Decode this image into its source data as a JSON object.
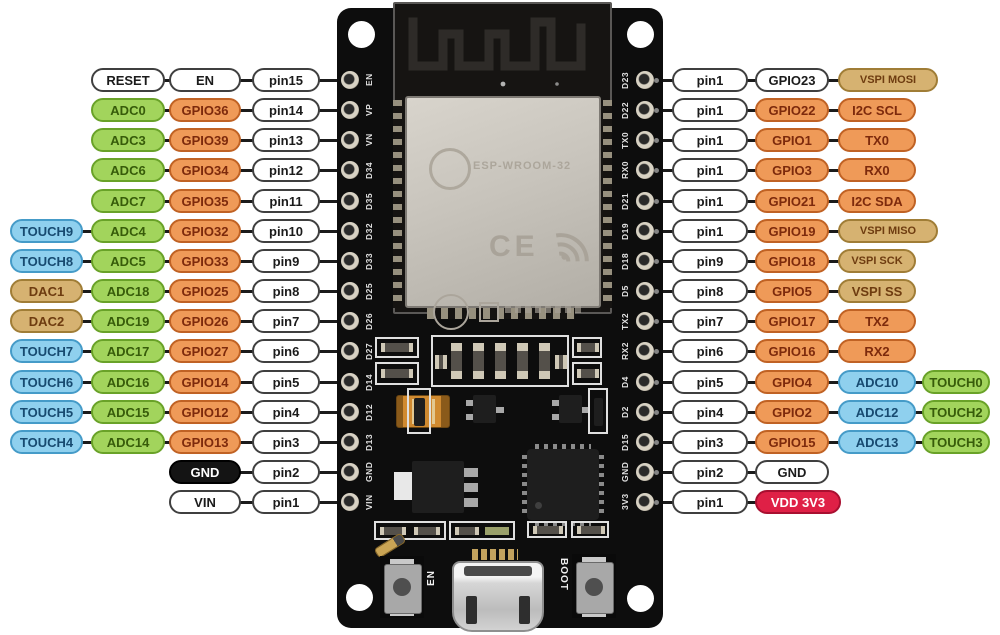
{
  "pins": {
    "left_rows": [
      {
        "pills": [
          {
            "label": "RESET",
            "type": "white",
            "slot": 1
          },
          {
            "label": "EN",
            "type": "white",
            "slot": 2
          },
          {
            "label": "pin15",
            "type": "white",
            "slot": 3
          }
        ]
      },
      {
        "pills": [
          {
            "label": "ADC0",
            "type": "green",
            "slot": 1
          },
          {
            "label": "GPIO36",
            "type": "orange",
            "slot": 2
          },
          {
            "label": "pin14",
            "type": "white",
            "slot": 3
          }
        ]
      },
      {
        "pills": [
          {
            "label": "ADC3",
            "type": "green",
            "slot": 1
          },
          {
            "label": "GPIO39",
            "type": "orange",
            "slot": 2
          },
          {
            "label": "pin13",
            "type": "white",
            "slot": 3
          }
        ]
      },
      {
        "pills": [
          {
            "label": "ADC6",
            "type": "green",
            "slot": 1
          },
          {
            "label": "GPIO34",
            "type": "orange",
            "slot": 2
          },
          {
            "label": "pin12",
            "type": "white",
            "slot": 3
          }
        ]
      },
      {
        "pills": [
          {
            "label": "ADC7",
            "type": "green",
            "slot": 1
          },
          {
            "label": "GPIO35",
            "type": "orange",
            "slot": 2
          },
          {
            "label": "pin11",
            "type": "white",
            "slot": 3
          }
        ]
      },
      {
        "pills": [
          {
            "label": "TOUCH9",
            "type": "blue",
            "slot": 0
          },
          {
            "label": "ADC4",
            "type": "green",
            "slot": 1
          },
          {
            "label": "GPIO32",
            "type": "orange",
            "slot": 2
          },
          {
            "label": "pin10",
            "type": "white",
            "slot": 3
          }
        ]
      },
      {
        "pills": [
          {
            "label": "TOUCH8",
            "type": "blue",
            "slot": 0
          },
          {
            "label": "ADC5",
            "type": "green",
            "slot": 1
          },
          {
            "label": "GPIO33",
            "type": "orange",
            "slot": 2
          },
          {
            "label": "pin9",
            "type": "white",
            "slot": 3
          }
        ]
      },
      {
        "pills": [
          {
            "label": "DAC1",
            "type": "tan",
            "slot": 0
          },
          {
            "label": "ADC18",
            "type": "green",
            "slot": 1
          },
          {
            "label": "GPIO25",
            "type": "orange",
            "slot": 2
          },
          {
            "label": "pin8",
            "type": "white",
            "slot": 3
          }
        ]
      },
      {
        "pills": [
          {
            "label": "DAC2",
            "type": "tan",
            "slot": 0
          },
          {
            "label": "ADC19",
            "type": "green",
            "slot": 1
          },
          {
            "label": "GPIO26",
            "type": "orange",
            "slot": 2
          },
          {
            "label": "pin7",
            "type": "white",
            "slot": 3
          }
        ]
      },
      {
        "pills": [
          {
            "label": "TOUCH7",
            "type": "blue",
            "slot": 0
          },
          {
            "label": "ADC17",
            "type": "green",
            "slot": 1
          },
          {
            "label": "GPIO27",
            "type": "orange",
            "slot": 2
          },
          {
            "label": "pin6",
            "type": "white",
            "slot": 3
          }
        ]
      },
      {
        "pills": [
          {
            "label": "TOUCH6",
            "type": "blue",
            "slot": 0
          },
          {
            "label": "ADC16",
            "type": "green",
            "slot": 1
          },
          {
            "label": "GPIO14",
            "type": "orange",
            "slot": 2
          },
          {
            "label": "pin5",
            "type": "white",
            "slot": 3
          }
        ]
      },
      {
        "pills": [
          {
            "label": "TOUCH5",
            "type": "blue",
            "slot": 0
          },
          {
            "label": "ADC15",
            "type": "green",
            "slot": 1
          },
          {
            "label": "GPIO12",
            "type": "orange",
            "slot": 2
          },
          {
            "label": "pin4",
            "type": "white",
            "slot": 3
          }
        ]
      },
      {
        "pills": [
          {
            "label": "TOUCH4",
            "type": "blue",
            "slot": 0
          },
          {
            "label": "ADC14",
            "type": "green",
            "slot": 1
          },
          {
            "label": "GPIO13",
            "type": "orange",
            "slot": 2
          },
          {
            "label": "pin3",
            "type": "white",
            "slot": 3
          }
        ]
      },
      {
        "pills": [
          {
            "label": "GND",
            "type": "black",
            "slot": 2
          },
          {
            "label": "pin2",
            "type": "white",
            "slot": 3
          }
        ]
      },
      {
        "pills": [
          {
            "label": "VIN",
            "type": "white",
            "slot": 2
          },
          {
            "label": "pin1",
            "type": "white",
            "slot": 3
          }
        ]
      }
    ],
    "right_rows": [
      {
        "pills": [
          {
            "label": "pin1",
            "type": "white",
            "slot": 0
          },
          {
            "label": "GPIO23",
            "type": "white",
            "slot": 1
          },
          {
            "label": "VSPI MOSI",
            "type": "tan",
            "slot": 2,
            "w": 100
          }
        ]
      },
      {
        "pills": [
          {
            "label": "pin1",
            "type": "white",
            "slot": 0
          },
          {
            "label": "GPIO22",
            "type": "orange",
            "slot": 1
          },
          {
            "label": "I2C SCL",
            "type": "orange",
            "slot": 2
          }
        ]
      },
      {
        "pills": [
          {
            "label": "pin1",
            "type": "white",
            "slot": 0
          },
          {
            "label": "GPIO1",
            "type": "orange",
            "slot": 1
          },
          {
            "label": "TX0",
            "type": "orange",
            "slot": 2
          }
        ]
      },
      {
        "pills": [
          {
            "label": "pin1",
            "type": "white",
            "slot": 0
          },
          {
            "label": "GPIO3",
            "type": "orange",
            "slot": 1
          },
          {
            "label": "RX0",
            "type": "orange",
            "slot": 2
          }
        ]
      },
      {
        "pills": [
          {
            "label": "pin1",
            "type": "white",
            "slot": 0
          },
          {
            "label": "GPIO21",
            "type": "orange",
            "slot": 1
          },
          {
            "label": "I2C SDA",
            "type": "orange",
            "slot": 2
          }
        ]
      },
      {
        "pills": [
          {
            "label": "pin1",
            "type": "white",
            "slot": 0
          },
          {
            "label": "GPIO19",
            "type": "orange",
            "slot": 1
          },
          {
            "label": "VSPI MISO",
            "type": "tan",
            "slot": 2,
            "w": 100
          }
        ]
      },
      {
        "pills": [
          {
            "label": "pin9",
            "type": "white",
            "slot": 0
          },
          {
            "label": "GPIO18",
            "type": "orange",
            "slot": 1
          },
          {
            "label": "VSPI SCK",
            "type": "tan",
            "slot": 2
          }
        ]
      },
      {
        "pills": [
          {
            "label": "pin8",
            "type": "white",
            "slot": 0
          },
          {
            "label": "GPIO5",
            "type": "orange",
            "slot": 1
          },
          {
            "label": "VSPI SS",
            "type": "tan",
            "slot": 2
          }
        ]
      },
      {
        "pills": [
          {
            "label": "pin7",
            "type": "white",
            "slot": 0
          },
          {
            "label": "GPIO17",
            "type": "orange",
            "slot": 1
          },
          {
            "label": "TX2",
            "type": "orange",
            "slot": 2
          }
        ]
      },
      {
        "pills": [
          {
            "label": "pin6",
            "type": "white",
            "slot": 0
          },
          {
            "label": "GPIO16",
            "type": "orange",
            "slot": 1
          },
          {
            "label": "RX2",
            "type": "orange",
            "slot": 2
          }
        ]
      },
      {
        "pills": [
          {
            "label": "pin5",
            "type": "white",
            "slot": 0
          },
          {
            "label": "GPIO4",
            "type": "orange",
            "slot": 1
          },
          {
            "label": "ADC10",
            "type": "blue",
            "slot": 2
          },
          {
            "label": "TOUCH0",
            "type": "green",
            "slot": 3
          }
        ]
      },
      {
        "pills": [
          {
            "label": "pin4",
            "type": "white",
            "slot": 0
          },
          {
            "label": "GPIO2",
            "type": "orange",
            "slot": 1
          },
          {
            "label": "ADC12",
            "type": "blue",
            "slot": 2
          },
          {
            "label": "TOUCH2",
            "type": "green",
            "slot": 3
          }
        ]
      },
      {
        "pills": [
          {
            "label": "pin3",
            "type": "white",
            "slot": 0
          },
          {
            "label": "GPIO15",
            "type": "orange",
            "slot": 1
          },
          {
            "label": "ADC13",
            "type": "blue",
            "slot": 2
          },
          {
            "label": "TOUCH3",
            "type": "green",
            "slot": 3
          }
        ]
      },
      {
        "pills": [
          {
            "label": "pin2",
            "type": "white",
            "slot": 0
          },
          {
            "label": "GND",
            "type": "white",
            "slot": 1
          }
        ]
      },
      {
        "pills": [
          {
            "label": "pin1",
            "type": "white",
            "slot": 0
          },
          {
            "label": "VDD 3V3",
            "type": "red",
            "slot": 1,
            "w": 86
          }
        ]
      }
    ]
  },
  "board": {
    "left_silkscreen": [
      "EN",
      "VP",
      "VN",
      "D34",
      "D35",
      "D32",
      "D33",
      "D25",
      "D26",
      "D27",
      "D14",
      "D12",
      "D13",
      "GND",
      "VIN"
    ],
    "right_silkscreen": [
      "D23",
      "D22",
      "TX0",
      "RX0",
      "D21",
      "D19",
      "D18",
      "D5",
      "TX2",
      "RX2",
      "D4",
      "D2",
      "D15",
      "GND",
      "3V3"
    ],
    "module_label": "ESP-WROOM-32",
    "ce_mark": "CE",
    "en_button_label": "EN",
    "boot_button_label": "BOOT"
  },
  "legend_colors": {
    "white": "#FFFFFF",
    "green": "#A2D45C",
    "orange": "#EF9A58",
    "blue": "#8FD0EE",
    "tan": "#D6B271",
    "black": "#141414",
    "red": "#DF2046"
  }
}
